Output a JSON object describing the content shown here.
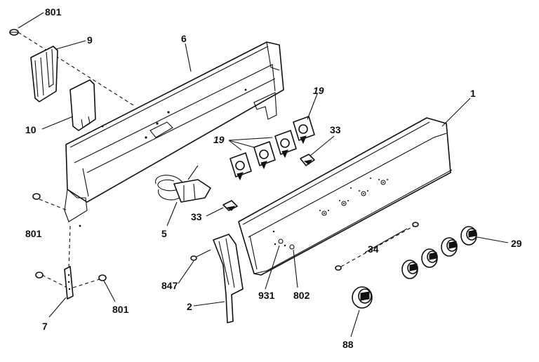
{
  "callouts": {
    "c801_top": "801",
    "c9": "9",
    "c6": "6",
    "c19_top": "19",
    "c1": "1",
    "c10": "10",
    "c19_group": "19",
    "c33_right": "33",
    "c33_left": "33",
    "c5": "5",
    "c801_left": "801",
    "c847": "847",
    "c34": "34",
    "c29": "29",
    "c931": "931",
    "c802": "802",
    "c2": "2",
    "c801_bottom": "801",
    "c7": "7",
    "c88": "88"
  }
}
